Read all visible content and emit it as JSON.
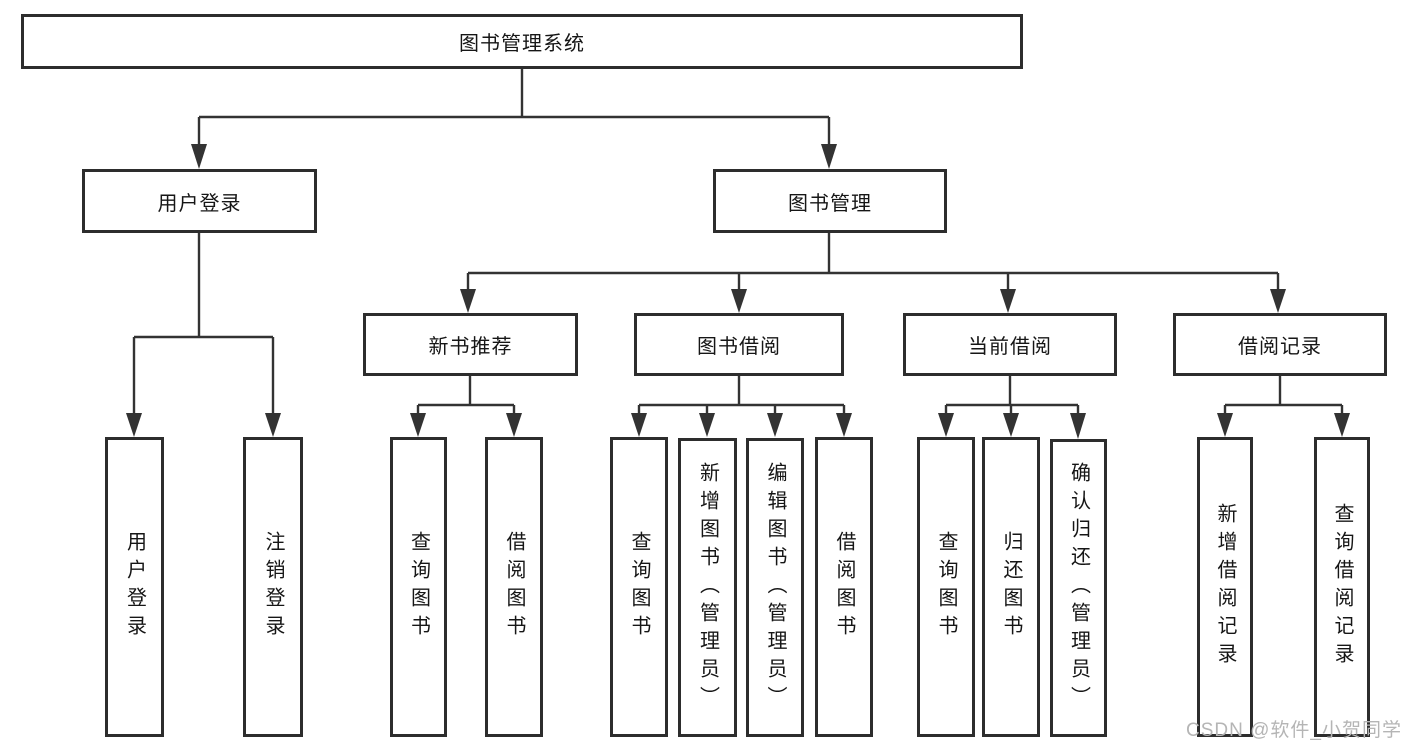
{
  "diagram": {
    "root": {
      "label": "图书管理系统"
    },
    "branches": [
      {
        "label": "用户登录",
        "children": [
          {
            "label": "用户登录"
          },
          {
            "label": "注销登录"
          }
        ]
      },
      {
        "label": "图书管理",
        "children": [
          {
            "label": "新书推荐",
            "children": [
              {
                "label": "查询图书"
              },
              {
                "label": "借阅图书"
              }
            ]
          },
          {
            "label": "图书借阅",
            "children": [
              {
                "label": "查询图书"
              },
              {
                "label": "新增图书（管理员）"
              },
              {
                "label": "编辑图书（管理员）"
              },
              {
                "label": "借阅图书"
              }
            ]
          },
          {
            "label": "当前借阅",
            "children": [
              {
                "label": "查询图书"
              },
              {
                "label": "归还图书"
              },
              {
                "label": "确认归还（管理员）"
              }
            ]
          },
          {
            "label": "借阅记录",
            "children": [
              {
                "label": "新增借阅记录"
              },
              {
                "label": "查询借阅记录"
              }
            ]
          }
        ]
      }
    ],
    "watermark": "CSDN @软件_小贺同学",
    "colors": {
      "line": "#333333",
      "box_border": "#2d2d2d",
      "text": "#161616",
      "watermark": "#b5b5b5",
      "background": "#ffffff"
    }
  }
}
